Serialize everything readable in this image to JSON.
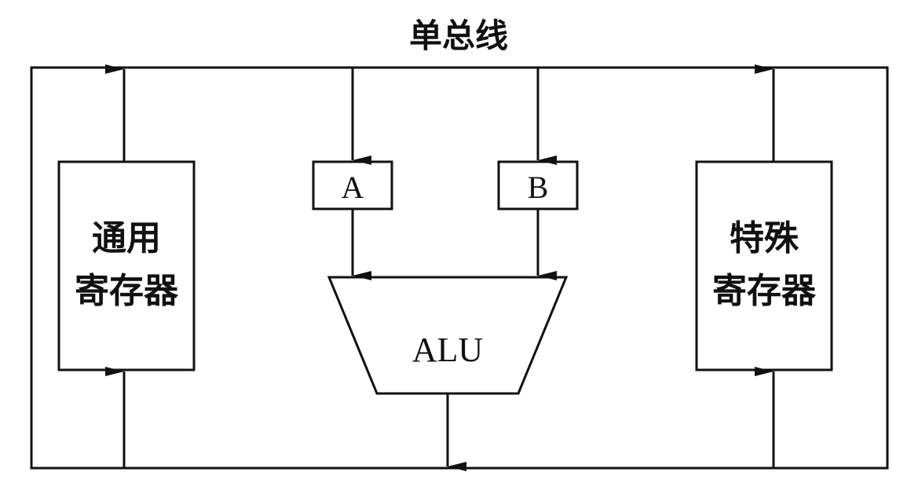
{
  "title": "单总线",
  "general_registers": {
    "line1": "通用",
    "line2": "寄存器"
  },
  "special_registers": {
    "line1": "特殊",
    "line2": "寄存器"
  },
  "register_a": "A",
  "register_b": "B",
  "alu": "ALU"
}
